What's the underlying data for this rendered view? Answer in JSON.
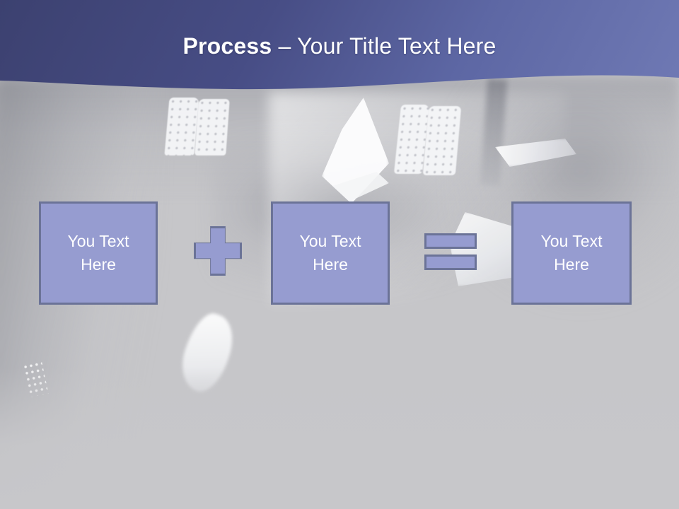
{
  "slide": {
    "header": {
      "title_strong": "Process",
      "title_rest": " – Your Title Text Here",
      "gradient_from": "#3c4170",
      "gradient_to": "#6f79b4",
      "title_color": "#ffffff"
    },
    "theme": {
      "shape_fill": "#969cd0",
      "shape_border": "#6b7397",
      "shape_text_color": "#ffffff",
      "background_color": "#c7c7ca"
    },
    "process": {
      "boxes": [
        {
          "label": "You Text\nHere"
        },
        {
          "label": "You Text\nHere"
        },
        {
          "label": "You Text\nHere"
        }
      ],
      "connectors": [
        {
          "symbol": "plus",
          "glyph": "+"
        },
        {
          "symbol": "equals",
          "glyph": "="
        }
      ]
    },
    "background": {
      "description": "faded grayscale photograph"
    }
  }
}
